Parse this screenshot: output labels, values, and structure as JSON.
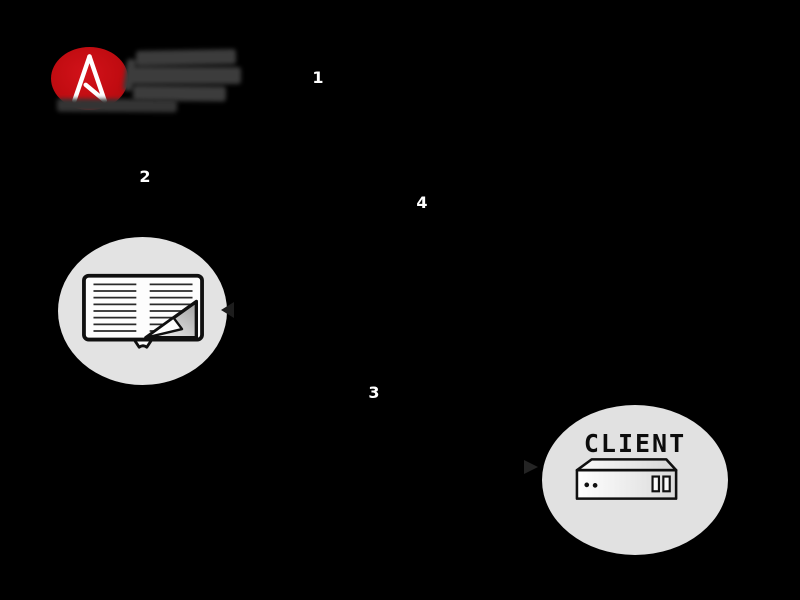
{
  "diagram": {
    "logo": {
      "icon": "ansible-logo-icon",
      "glyph": "A"
    },
    "wordmark": {
      "icon": "blurred-wordmark-blob",
      "legible": false
    },
    "steps": [
      {
        "label": "1"
      },
      {
        "label": "2"
      },
      {
        "label": "3"
      },
      {
        "label": "4"
      }
    ],
    "nodes": {
      "playbook": {
        "icon": "open-book-icon"
      },
      "client": {
        "label": "CLIENT",
        "icon": "server-box-icon"
      }
    },
    "colors": {
      "background": "#000000",
      "ansible_red": "#c10c11",
      "node_circle_gray": "#e2e2e2",
      "step_number": "#ffffff",
      "wordmark_blob": "#3c3c3c",
      "icon_outline": "#111111"
    }
  }
}
